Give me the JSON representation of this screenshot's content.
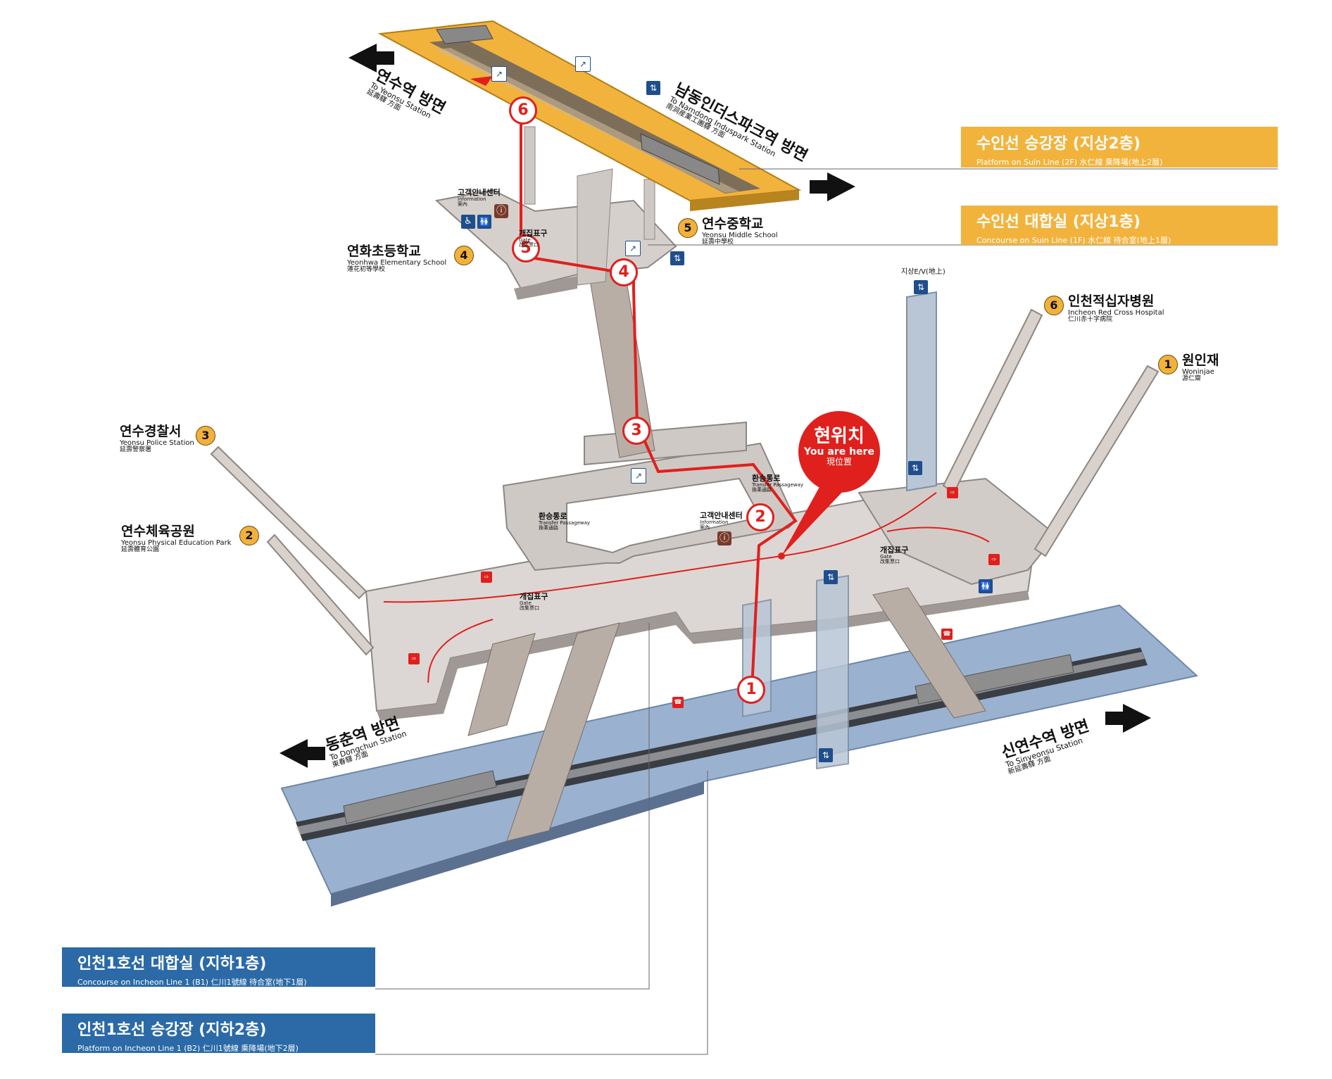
{
  "banners": {
    "suin_platform": {
      "ko": "수인선 승강장 (지상2층)",
      "sub": "Platform on Suin Line (2F)  水仁線 乘降場(地上2層)"
    },
    "suin_concourse": {
      "ko": "수인선 대합실 (지상1층)",
      "sub": "Concourse on Suin Line (1F)  水仁線 待合室(地上1層)"
    },
    "incheon1_concourse": {
      "ko": "인천1호선 대합실 (지하1층)",
      "sub": "Concourse on Incheon Line 1 (B1)  仁川1號線 待合室(地下1層)"
    },
    "incheon1_platform": {
      "ko": "인천1호선 승강장 (지하2층)",
      "sub": "Platform on Incheon Line 1 (B2)  仁川1號線 乘降場(地下2層)"
    }
  },
  "directions": {
    "yeonsu": {
      "ko": "연수역 방면",
      "en": "To Yeonsu Station",
      "hz": "延壽驛 方面"
    },
    "namdong": {
      "ko": "남동인더스파크역 방면",
      "en": "To Namdong Induspark Station",
      "hz": "南洞産業工團驛 方面"
    },
    "dongchun": {
      "ko": "동춘역 방면",
      "en": "To Dongchun Station",
      "hz": "東春驛 方面"
    },
    "sinyeonsu": {
      "ko": "신연수역 방면",
      "en": "To Sinyeonsu Station",
      "hz": "新延壽驛 方面"
    }
  },
  "exits": [
    {
      "num": "1",
      "ko": "원인재",
      "en": "Woninjae",
      "hz": "源仁齋"
    },
    {
      "num": "2",
      "ko": "연수체육공원",
      "en": "Yeonsu Physical Education Park",
      "hz": "延壽體育公園"
    },
    {
      "num": "3",
      "ko": "연수경찰서",
      "en": "Yeonsu Police Station",
      "hz": "延壽警察署"
    },
    {
      "num": "4",
      "ko": "연화초등학교",
      "en": "Yeonhwa Elementary School",
      "hz": "蓮花初等學校"
    },
    {
      "num": "5",
      "ko": "연수중학교",
      "en": "Yeonsu Middle School",
      "hz": "延壽中學校"
    },
    {
      "num": "6",
      "ko": "인천적십자병원",
      "en": "Incheon Red Cross Hospital",
      "hz": "仁川赤十字病院"
    }
  ],
  "you_are_here": {
    "ko": "현위치",
    "en": "You are here",
    "hz": "現位置"
  },
  "route_steps": [
    "1",
    "2",
    "3",
    "4",
    "5",
    "6"
  ],
  "labels": {
    "ground_ev": "지상E/V(地上)",
    "info_center": "고객안내센터",
    "info_en": "Information",
    "info_hz": "案內",
    "gate_ko": "개집표구",
    "gate_en": "Gate",
    "gate_hz": "改集票口",
    "transfer_ko": "환승통로",
    "transfer_en": "Transfer Passageway",
    "transfer_hz": "換乘通路"
  },
  "colors": {
    "orange": "#f2b33d",
    "blue_banner": "#2b6aa6",
    "platform_blue": "#9ab2d0",
    "route_red": "#e0201d",
    "concourse_gray": "#d9d4d1",
    "exit_badge": "#f2b13b"
  }
}
